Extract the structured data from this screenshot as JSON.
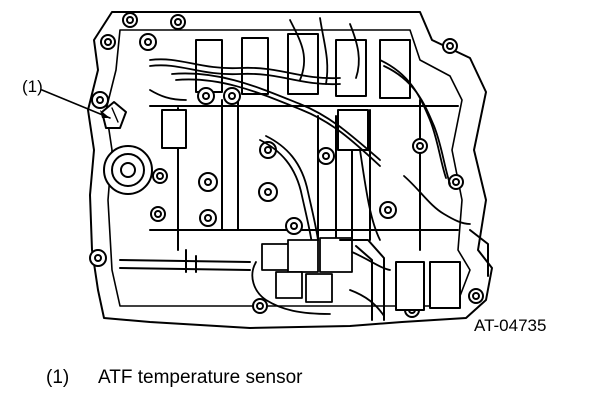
{
  "figure": {
    "callout_label": "(1)",
    "figure_code": "AT-04735"
  },
  "legend": {
    "items": [
      {
        "number": "(1)",
        "text": "ATF temperature sensor"
      }
    ]
  },
  "colors": {
    "line": "#000000",
    "background": "#ffffff"
  }
}
